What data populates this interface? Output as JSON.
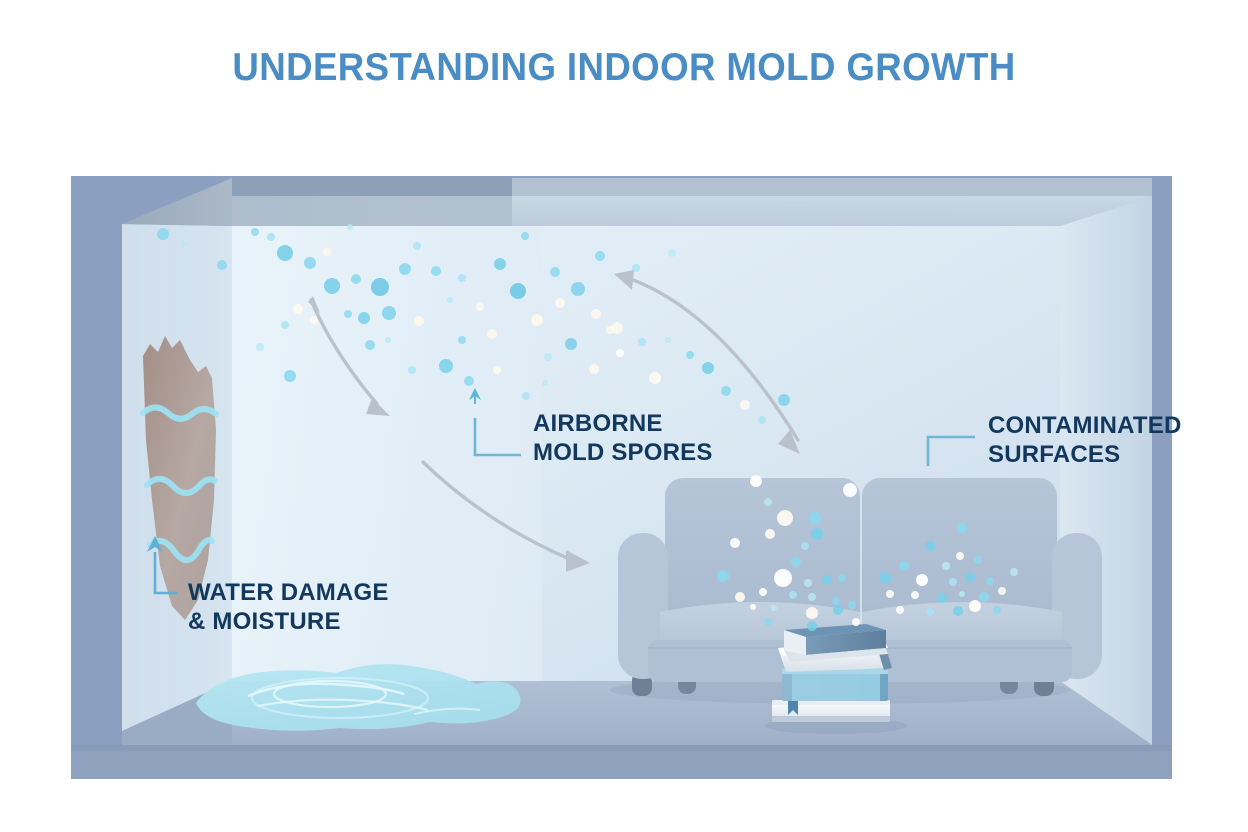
{
  "page": {
    "title": "UNDERSTANDING INDOOR MOLD GROWTH",
    "background_color": "#ffffff",
    "title_color": "#4a8cc4",
    "label_color": "#13385e",
    "accent_color": "#5bb7d8"
  },
  "labels": {
    "airborne": {
      "text": "AIRBORNE\nMOLD SPORES",
      "line1": "AIRBORNE",
      "line2": "MOLD SPORES"
    },
    "water": {
      "text": "WATER DAMAGE\n& MOISTURE",
      "line1": "WATER DAMAGE",
      "line2": "& MOISTURE"
    },
    "contaminated": {
      "text": "CONTAMINATED\nSURFACES",
      "line1": "CONTAMINATED",
      "line2": "SURFACES"
    }
  },
  "scene": {
    "room": {
      "frame_color": "#8b9fc0",
      "back_wall_color": "#dbe7f1",
      "left_wall_color": "#c6d8e7",
      "right_wall_color": "#cedeea",
      "ceiling_color": "#c4d2e0",
      "floor_color": "#a9b9cf",
      "baseboard_color": "#8fa2bd"
    },
    "objects": [
      {
        "name": "water-stain",
        "label": "water damage stain on left wall",
        "color": "#a08d84"
      },
      {
        "name": "floor-puddle",
        "label": "water puddle on floor",
        "color": "#aee4f0"
      },
      {
        "name": "sofa",
        "label": "upholstered two-seat sofa",
        "color": "#b3c2d6"
      },
      {
        "name": "book-stack",
        "label": "stack of four books",
        "color": "#6e94b5"
      },
      {
        "name": "spore-cloud-air",
        "label": "airborne mold spores",
        "color": "#7fd4ea"
      },
      {
        "name": "spore-cloud-sofa",
        "label": "mold spores settled on sofa",
        "color": "#ffffff"
      },
      {
        "name": "airflow-arrows",
        "label": "air circulation arrows",
        "color": "#b9c2cc"
      }
    ]
  }
}
